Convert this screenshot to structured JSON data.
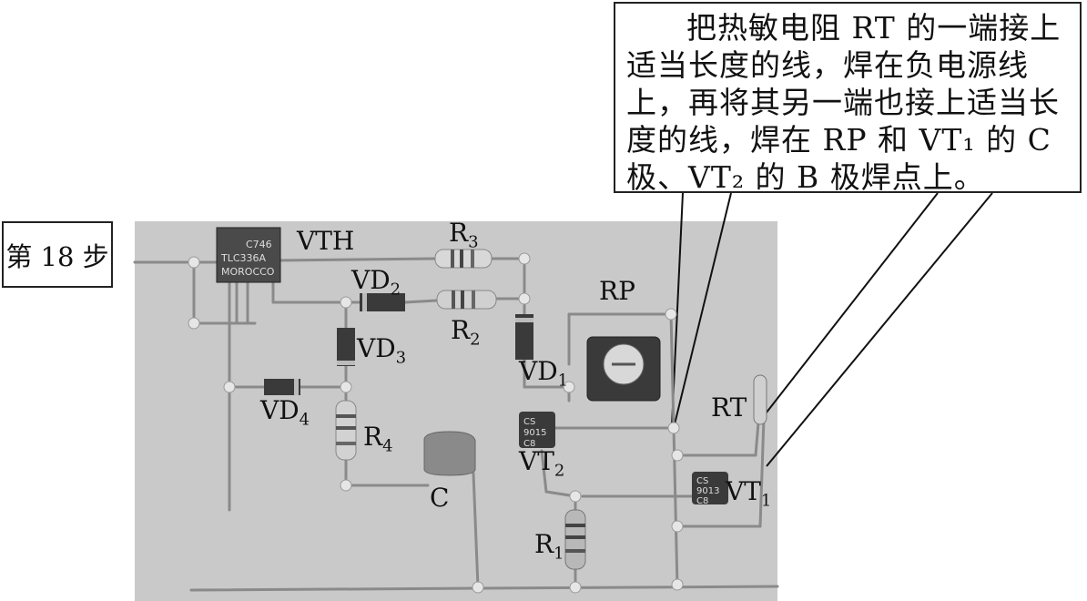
{
  "step_label": "第 18 步",
  "callout_text": "把热敏电阻 RT 的一端接上适当长度的线，焊在负电源线上，再将其另一端也接上适当长度的线，焊在 RP 和 VT₁ 的 C 极、VT₂ 的 B 极焊点上。",
  "components": {
    "vth": "VTH",
    "vth_marking": [
      "C746",
      "TLC336A",
      "MOROCCO"
    ],
    "r3": {
      "base": "R",
      "sub": "3"
    },
    "vd2": {
      "base": "VD",
      "sub": "2"
    },
    "r2": {
      "base": "R",
      "sub": "2"
    },
    "rp": "RP",
    "vd3": {
      "base": "VD",
      "sub": "3"
    },
    "vd1": {
      "base": "VD",
      "sub": "1"
    },
    "rt": "RT",
    "vd4": {
      "base": "VD",
      "sub": "4"
    },
    "r4": {
      "base": "R",
      "sub": "4"
    },
    "vt2": {
      "base": "VT",
      "sub": "2"
    },
    "vt1": {
      "base": "VT",
      "sub": "1"
    },
    "c": "C",
    "r1": {
      "base": "R",
      "sub": "1"
    },
    "vt2_marking": [
      "CS",
      "9015",
      "C8"
    ],
    "vt1_marking": [
      "CS",
      "9013",
      "C8"
    ]
  }
}
